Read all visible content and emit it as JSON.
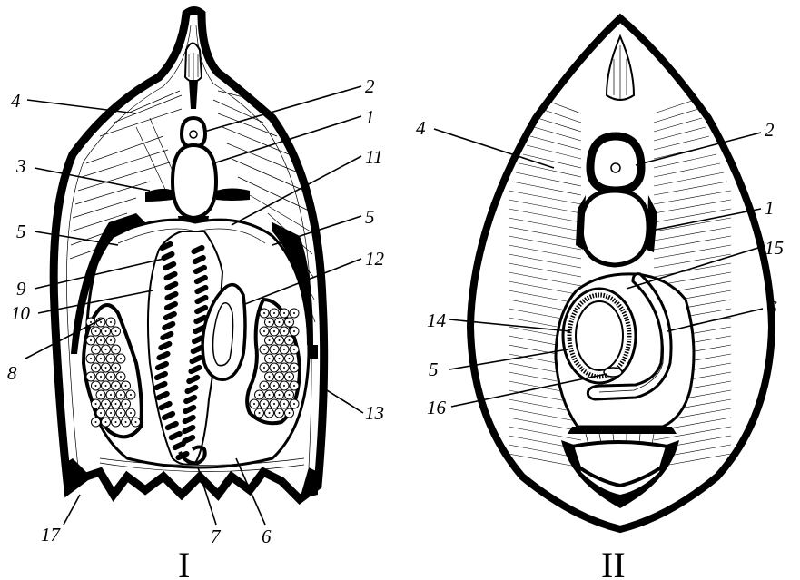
{
  "figure_I": {
    "caption": "I",
    "labels": {
      "n1": "1",
      "n2": "2",
      "n3": "3",
      "n4": "4",
      "n5a": "5",
      "n5b": "5",
      "n6": "6",
      "n7": "7",
      "n8": "8",
      "n9": "9",
      "n10": "10",
      "n11": "11",
      "n12": "12",
      "n13": "13",
      "n17": "17"
    }
  },
  "figure_II": {
    "caption": "II",
    "labels": {
      "n1": "1",
      "n2": "2",
      "n4": "4",
      "n5": "5",
      "n6": "6",
      "n14": "14",
      "n15": "15",
      "n16": "16"
    }
  }
}
